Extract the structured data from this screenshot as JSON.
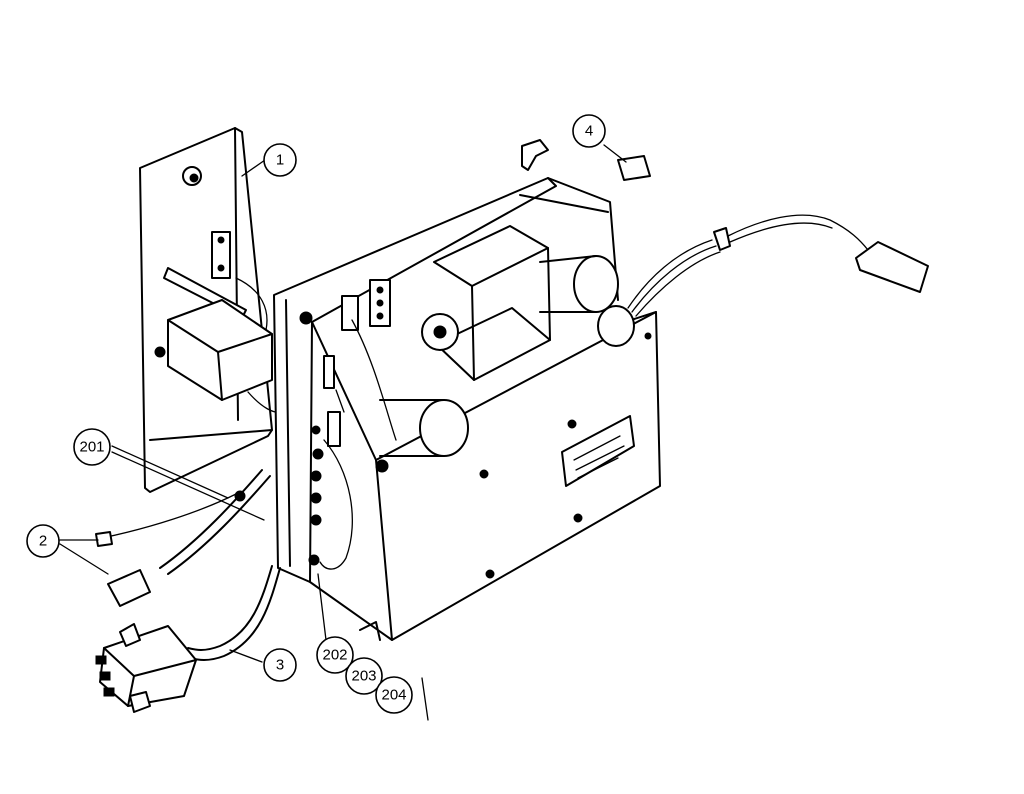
{
  "callouts": {
    "c1": "1",
    "c2": "2",
    "c3": "3",
    "c4": "4",
    "c201": "201",
    "c202": "202",
    "c203": "203",
    "c204": "204"
  }
}
